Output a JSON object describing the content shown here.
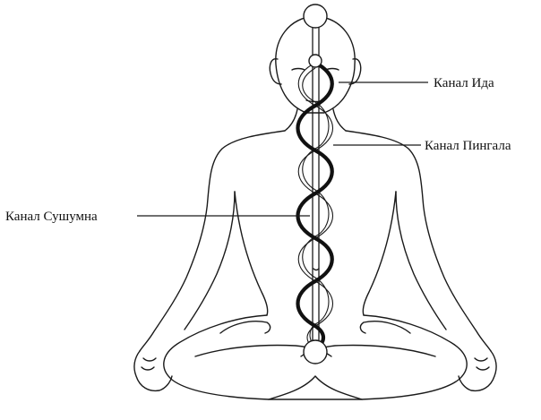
{
  "labels": {
    "ida": "Канал Ида",
    "pingala": "Канал Пингала",
    "sushumna": "Канал Сушумна"
  },
  "colors": {
    "line": "#1a1a1a",
    "ida": "#111111",
    "pingala": "#111111",
    "background": "#ffffff"
  }
}
